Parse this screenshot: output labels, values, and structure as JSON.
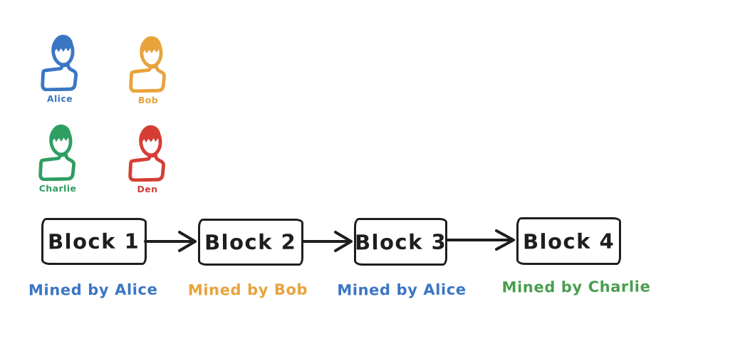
{
  "diagram": {
    "title_hint": "blockchain mining diagram",
    "colors": {
      "ink": "#1e1e1e",
      "alice_blue": "#3b76c4",
      "bob_orange": "#e8a33d",
      "charlie_green": "#2f9e62",
      "den_red": "#d53e35",
      "caption_green": "#4a9d4f"
    },
    "users": [
      {
        "name": "Alice",
        "color": "#3b76c4"
      },
      {
        "name": "Bob",
        "color": "#e8a33d"
      },
      {
        "name": "Charlie",
        "color": "#2f9e62"
      },
      {
        "name": "Den",
        "color": "#d53e35"
      }
    ],
    "blocks": [
      {
        "label": "Block 1",
        "caption": "Mined by Alice",
        "caption_color": "#3b76c4"
      },
      {
        "label": "Block 2",
        "caption": "Mined by Bob",
        "caption_color": "#e8a33d"
      },
      {
        "label": "Block 3",
        "caption": "Mined by Alice",
        "caption_color": "#3b76c4"
      },
      {
        "label": "Block 4",
        "caption": "Mined by Charlie",
        "caption_color": "#4a9d4f"
      }
    ],
    "icons": {
      "person": "person-bust-icon",
      "arrow": "arrow-right-icon"
    }
  }
}
